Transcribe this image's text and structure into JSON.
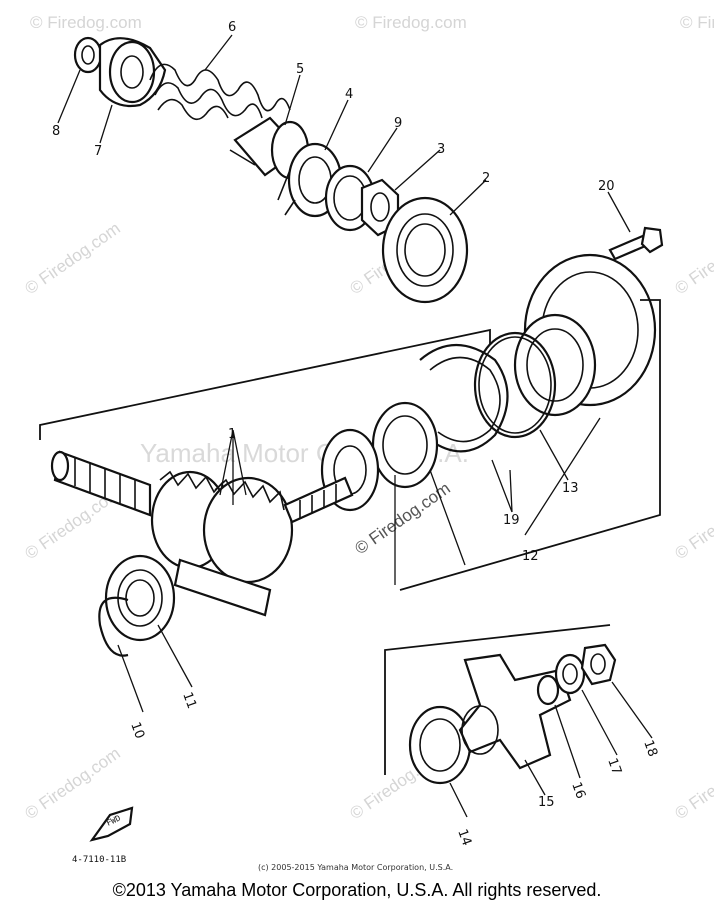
{
  "watermarks": {
    "site": "© Firedog.com",
    "center": "Yamaha Motor Corp., U.S.A."
  },
  "callouts": {
    "c1": "1",
    "c2": "2",
    "c3": "3",
    "c4": "4",
    "c5": "5",
    "c6": "6",
    "c7": "7",
    "c8": "8",
    "c9": "9",
    "c10": "10",
    "c11": "11",
    "c12": "12",
    "c13": "13",
    "c14": "14",
    "c15": "15",
    "c16": "16",
    "c17": "17",
    "c18": "18",
    "c19": "19",
    "c20": "20"
  },
  "fwd_label": "FWD",
  "figure_code": "4-7110-11B",
  "small_copyright": "(c) 2005-2015 Yamaha Motor Corporation, U.S.A.",
  "copyright": "©2013 Yamaha Motor Corporation, U.S.A. All rights reserved."
}
